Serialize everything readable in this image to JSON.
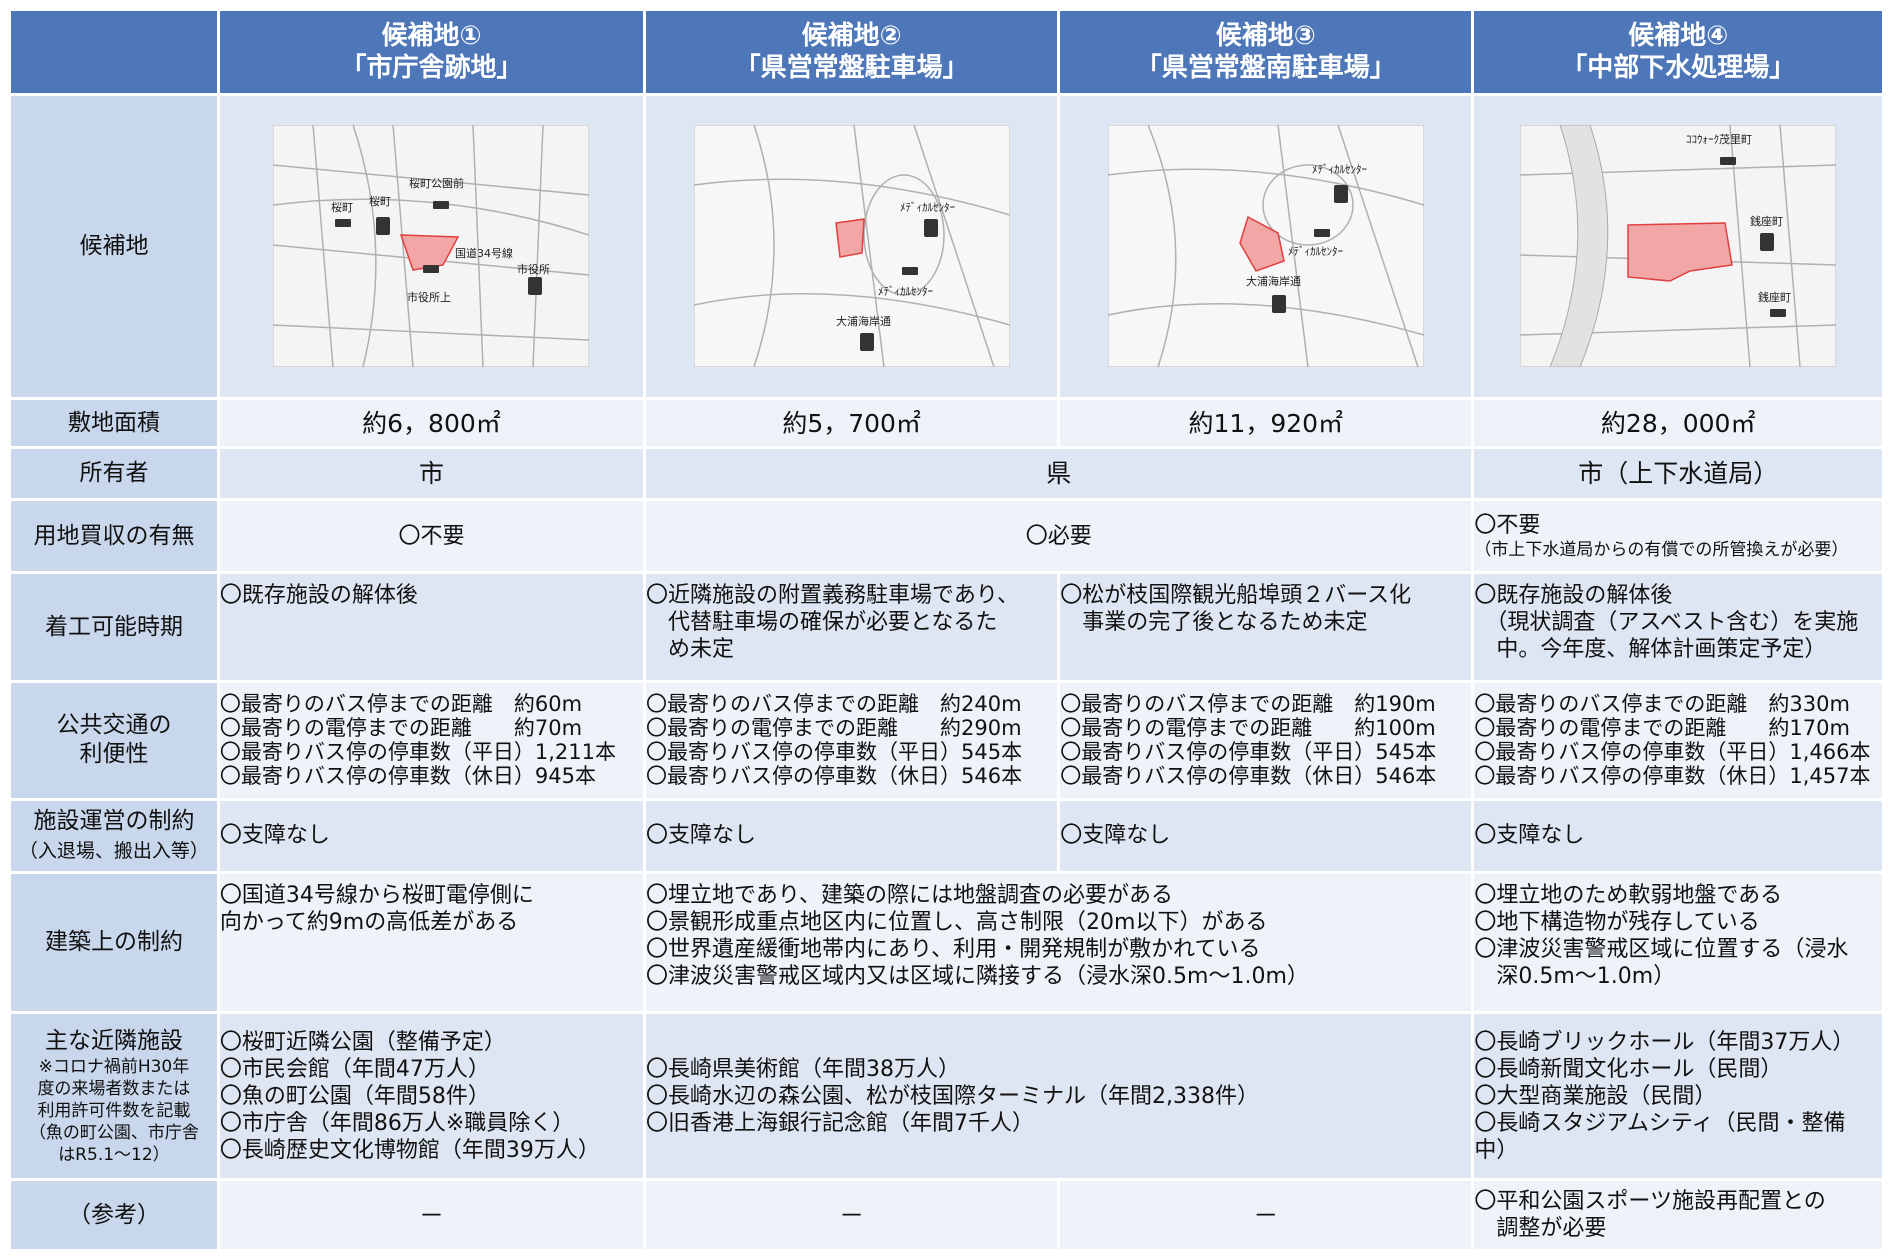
{
  "header": {
    "corner": "",
    "candidates": [
      {
        "no": "候補地①",
        "name": "「市庁舎跡地」"
      },
      {
        "no": "候補地②",
        "name": "「県営常盤駐車場」"
      },
      {
        "no": "候補地③",
        "name": "「県営常盤南駐車場」"
      },
      {
        "no": "候補地④",
        "name": "「中部下水処理場」"
      }
    ]
  },
  "rows": {
    "site": {
      "label": "候補地",
      "maps": [
        {
          "labels": [
            "桜町公園前",
            "桜町",
            "桜町",
            "国道34号線",
            "市役所",
            "市役所上"
          ]
        },
        {
          "labels": [
            "ﾒﾃﾞｨｶﾙｾﾝﾀｰ",
            "ﾒﾃﾞｨｶﾙｾﾝﾀｰ",
            "大浦海岸通"
          ]
        },
        {
          "labels": [
            "ﾒﾃﾞｨｶﾙｾﾝﾀｰ",
            "ﾒﾃﾞｨｶﾙｾﾝﾀｰ",
            "大浦海岸通"
          ]
        },
        {
          "labels": [
            "ｺｺｳｫｰｸ茂里町",
            "銭座町",
            "銭座町"
          ]
        }
      ]
    },
    "area": {
      "label": "敷地面積",
      "values": [
        "約6，800㎡",
        "約5，700㎡",
        "約11，920㎡",
        "約28，000㎡"
      ]
    },
    "owner": {
      "label": "所有者",
      "c1": "市",
      "c23": "県",
      "c4": "市（上下水道局）"
    },
    "purchase": {
      "label": "用地買収の有無",
      "c1": "〇不要",
      "c23": "〇必要",
      "c4_main": "〇不要",
      "c4_note": "（市上下水道局からの有償での所管換えが必要）"
    },
    "start": {
      "label": "着工可能時期",
      "c1": "〇既存施設の解体後",
      "c2": "〇近隣施設の附置義務駐車場であり、\n　代替駐車場の確保が必要となるた\n　め未定",
      "c3": "〇松が枝国際観光船埠頭２バース化\n　事業の完了後となるため未定",
      "c4": "〇既存施設の解体後\n　（現状調査（アスベスト含む）を実施\n　中。今年度、解体計画策定予定）"
    },
    "transit": {
      "label1": "公共交通の",
      "label2": "利便性",
      "c1": "〇最寄りのバス停までの距離　約60m\n〇最寄りの電停までの距離　　約70m\n〇最寄りバス停の停車数（平日）1,211本\n〇最寄りバス停の停車数（休日）945本",
      "c2": "〇最寄りのバス停までの距離　約240m\n〇最寄りの電停までの距離　　約290m\n〇最寄りバス停の停車数（平日）545本\n〇最寄りバス停の停車数（休日）546本",
      "c3": "〇最寄りのバス停までの距離　約190m\n〇最寄りの電停までの距離　　約100m\n〇最寄りバス停の停車数（平日）545本\n〇最寄りバス停の停車数（休日）546本",
      "c4": "〇最寄りのバス停までの距離　約330m\n〇最寄りの電停までの距離　　約170m\n〇最寄りバス停の停車数（平日）1,466本\n〇最寄りバス停の停車数（休日）1,457本"
    },
    "operation": {
      "label1": "施設運営の制約",
      "label2": "（入退場、搬出入等）",
      "values": [
        "〇支障なし",
        "〇支障なし",
        "〇支障なし",
        "〇支障なし"
      ]
    },
    "building": {
      "label": "建築上の制約",
      "c1": "〇国道34号線から桜町電停側に\n向かって約9mの高低差がある",
      "c23": "〇埋立地であり、建築の際には地盤調査の必要がある\n〇景観形成重点地区内に位置し、高さ制限（20m以下）がある\n〇世界遺産緩衝地帯内にあり、利用・開発規制が敷かれている\n〇津波災害警戒区域内又は区域に隣接する（浸水深0.5m～1.0m）",
      "c4": "〇埋立地のため軟弱地盤である\n〇地下構造物が残存している\n〇津波災害警戒区域に位置する（浸水\n　深0.5m～1.0m）"
    },
    "nearby": {
      "label1": "主な近隣施設",
      "label2": "※コロナ禍前H30年\n度の来場者数または\n利用許可件数を記載\n（魚の町公園、市庁舎\nはR5.1～12）",
      "c1": "〇桜町近隣公園（整備予定）\n〇市民会館（年間47万人）\n〇魚の町公園（年間58件）\n〇市庁舎（年間86万人※職員除く）\n〇長崎歴史文化博物館（年間39万人）",
      "c23": "〇長崎県美術館（年間38万人）\n〇長崎水辺の森公園、松が枝国際ターミナル（年間2,338件）\n〇旧香港上海銀行記念館（年間7千人）",
      "c4": "〇長崎ブリックホール（年間37万人）\n〇長崎新聞文化ホール（民間）\n〇大型商業施設（民間）\n〇長崎スタジアムシティ（民間・整備\n中）"
    },
    "reference": {
      "label": "（参考）",
      "c1": "－",
      "c2": "－",
      "c3": "－",
      "c4": "〇平和公園スポーツ施設再配置との\n　調整が必要"
    }
  }
}
